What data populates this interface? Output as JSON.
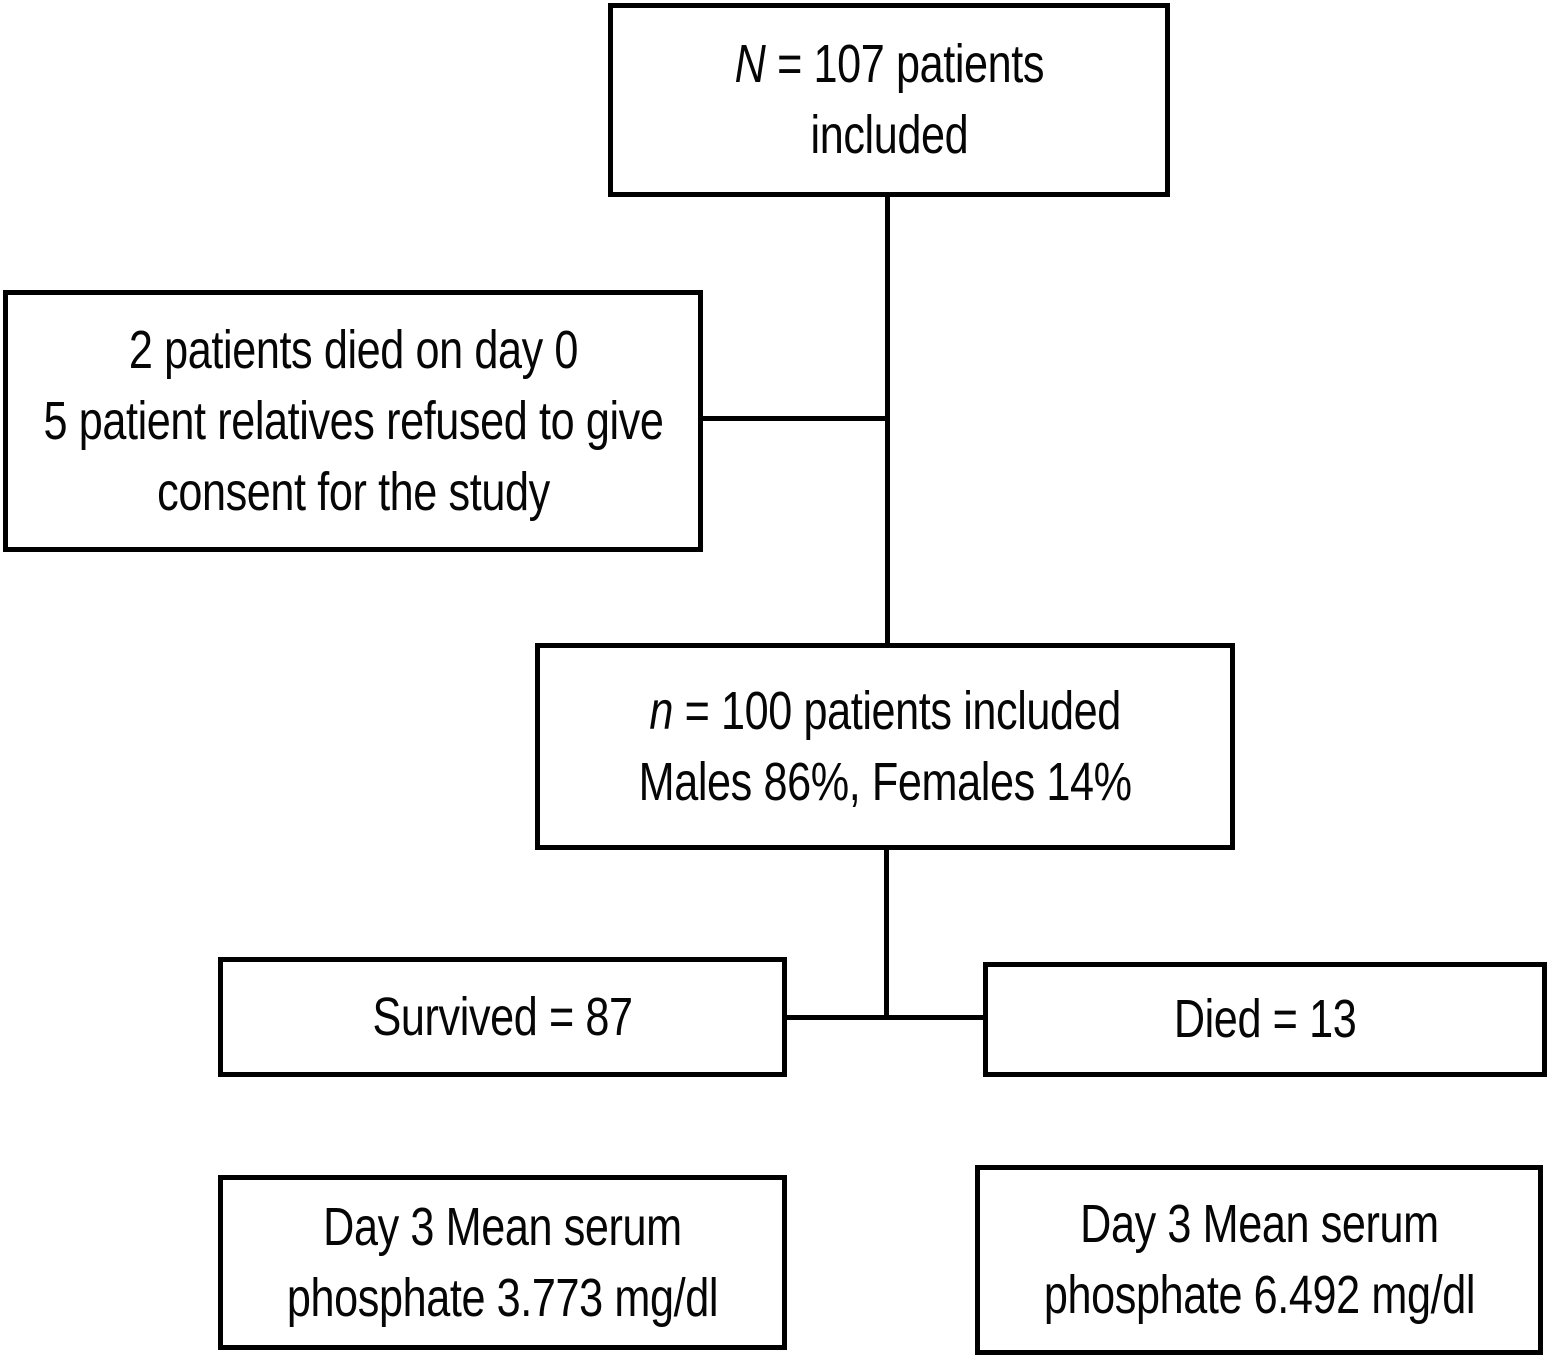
{
  "diagram": {
    "type": "flowchart",
    "background_color": "#ffffff",
    "border_color": "#000000",
    "connector_color": "#000000",
    "text_color": "#060606"
  },
  "nodes": {
    "total": {
      "var": "N",
      "line1_rest": " = 107 patients",
      "line2": "included"
    },
    "excluded": {
      "line1": "2 patients died on day 0",
      "line2": "5 patient relatives refused to give",
      "line3": "consent for the study"
    },
    "cohort": {
      "var": "n",
      "line1_rest": " = 100 patients included",
      "line2": "Males 86%, Females 14%"
    },
    "survived": {
      "label": "Survived = 87"
    },
    "died": {
      "label": "Died = 13"
    },
    "survived_day3": {
      "line1": "Day 3 Mean serum",
      "line2": "phosphate 3.773 mg/dl"
    },
    "died_day3": {
      "line1": "Day 3 Mean serum",
      "line2": "phosphate 6.492 mg/dl"
    }
  }
}
